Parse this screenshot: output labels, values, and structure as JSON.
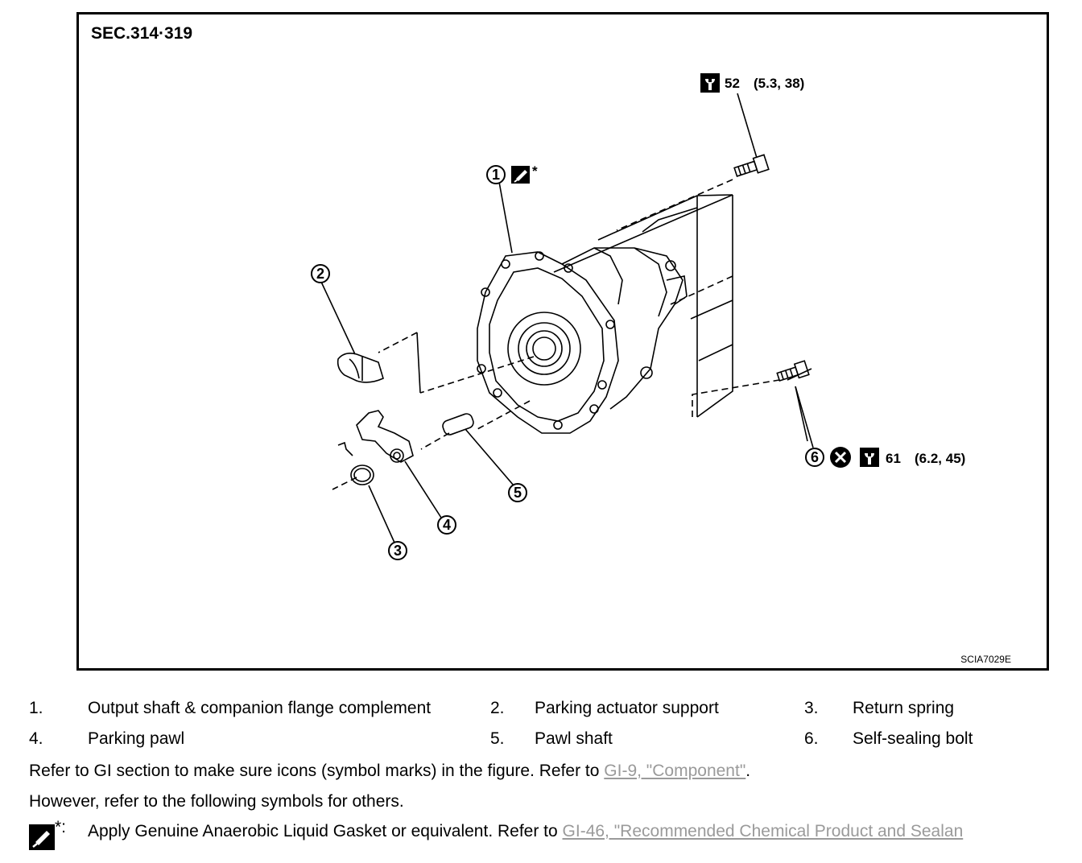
{
  "figure": {
    "section": "SEC.314·319",
    "code": "SCIA7029E",
    "torque_top": "52",
    "torque_top_units": "(5.3, 38)",
    "torque_bottom": "61",
    "torque_bottom_units": "(6.2, 45)",
    "asterisk": "*",
    "callouts": [
      "1",
      "2",
      "3",
      "4",
      "5",
      "6"
    ]
  },
  "legend": [
    {
      "num": "1.",
      "label": "Output shaft & companion flange complement"
    },
    {
      "num": "2.",
      "label": "Parking actuator support"
    },
    {
      "num": "3.",
      "label": "Return spring"
    },
    {
      "num": "4.",
      "label": "Parking pawl"
    },
    {
      "num": "5.",
      "label": "Pawl shaft"
    },
    {
      "num": "6.",
      "label": "Self-sealing bolt"
    }
  ],
  "notes": {
    "line1_text": "Refer to GI section to make sure icons (symbol marks) in the figure. Refer to ",
    "line1_link": "GI-9, \"Component\"",
    "line1_end": ".",
    "line2_text": "However, refer to the following symbols for others.",
    "symbol_mark": "*:",
    "line3_text": "Apply Genuine Anaerobic Liquid Gasket or equivalent. Refer to ",
    "line3_link": "GI-46, \"Recommended Chemical Product and Sealan"
  },
  "icons": [
    "torque-wrench-icon",
    "do-not-reuse-icon",
    "liquid-gasket-icon"
  ]
}
